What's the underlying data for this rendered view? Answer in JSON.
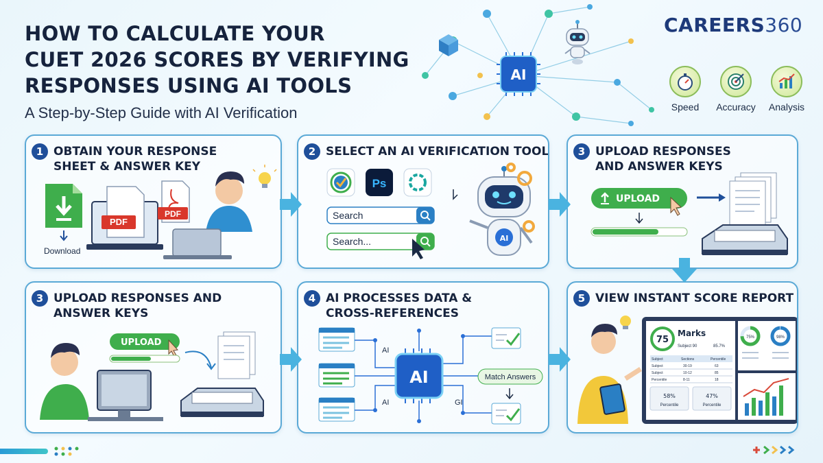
{
  "header": {
    "title_lines": [
      "HOW TO CALCULATE YOUR",
      "CUET 2026 SCORES BY VERIFYING",
      "RESPONSES USING AI TOOLS"
    ],
    "subtitle": "A Step-by-Step Guide with AI Verification",
    "brand_word": "CAREERS",
    "brand_num": "360",
    "ai_chip_label": "AI"
  },
  "badges": [
    {
      "label": "Speed",
      "icon": "stopwatch-icon"
    },
    {
      "label": "Accuracy",
      "icon": "target-icon"
    },
    {
      "label": "Analysis",
      "icon": "bar-chart-icon"
    }
  ],
  "steps": [
    {
      "number": "1",
      "title_lines": [
        "OBTAIN YOUR RESPONSE",
        "SHEET & ANSWER KEY"
      ],
      "download_label": "Download",
      "pdf_label": "PDF",
      "pdf_label_2": "PDF"
    },
    {
      "number": "2",
      "title_lines": [
        "SELECT AN AI VERIFICATION TOOL"
      ],
      "search_1": "Search",
      "search_2": "Search...",
      "app_ps": "Ps",
      "robot_label": "AI"
    },
    {
      "number": "3",
      "title_lines": [
        "UPLOAD RESPONSES",
        "AND ANSWER KEYS"
      ],
      "upload_label": "UPLOAD"
    },
    {
      "number": "3",
      "title_lines": [
        "UPLOAD RESPONSES AND",
        "ANSWER KEYS"
      ],
      "upload_label": "UPLOAD"
    },
    {
      "number": "4",
      "title_lines": [
        "AI PROCESSES DATA &",
        "CROSS-REFERENCES"
      ],
      "chip_label": "AI",
      "side_label_1": "AI",
      "side_label_2": "AI",
      "side_label_3": "GI",
      "match_label": "Match Answers"
    },
    {
      "number": "5",
      "title_lines": [
        "VIEW INSTANT SCORE REPORT"
      ],
      "score": "75",
      "marks_label": "Marks",
      "subject_label": "Subject 90",
      "subject_pct": "85.7%",
      "table_headers": [
        "Subject",
        "Sections",
        "Percentile"
      ],
      "table_rows": [
        [
          "Subject",
          "30-19",
          "63"
        ],
        [
          "Subject",
          "10-12",
          "85"
        ],
        [
          "Percentile",
          "8-11",
          "18"
        ]
      ],
      "tile_1_value": "58%",
      "tile_1_label": "Percentile",
      "tile_2_value": "47%",
      "tile_2_label": "Percentile",
      "donut_1": "75%",
      "donut_2": "98%"
    }
  ],
  "colors": {
    "accent_blue": "#1f4f9a",
    "panel_border": "#5aa9d6",
    "upload_green": "#3fae4c",
    "ai_blue": "#2a6fd6"
  }
}
